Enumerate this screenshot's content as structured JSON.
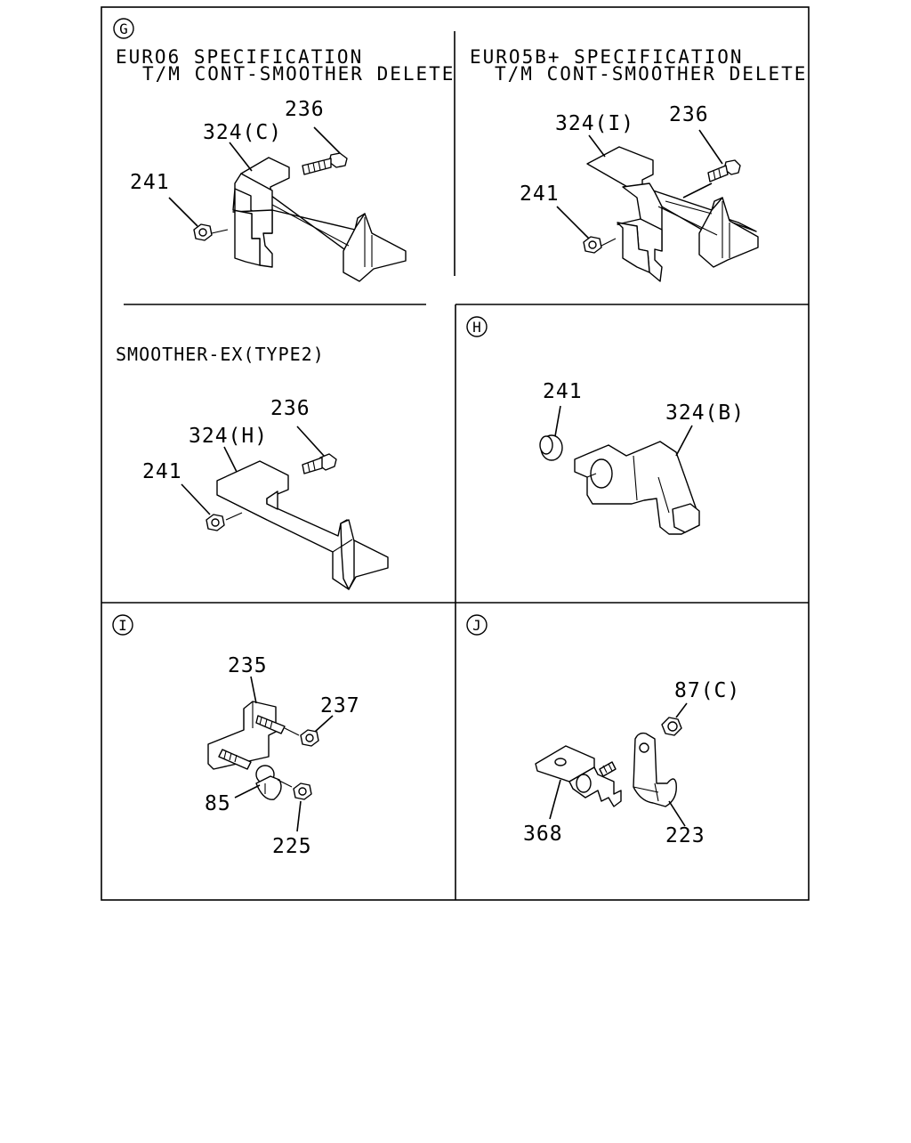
{
  "panels": {
    "g": {
      "marker": "G",
      "left_header": [
        "EURO6 SPECIFICATION",
        "T/M CONT-SMOOTHER DELETE"
      ],
      "right_header": [
        "EURO5B+ SPECIFICATION",
        "T/M CONT-SMOOTHER DELETE"
      ],
      "left_labels": {
        "bracket": "324(C)",
        "bolt": "236",
        "nut": "241"
      },
      "right_labels": {
        "bracket": "324(I)",
        "bolt": "236",
        "nut": "241"
      },
      "smoother_title": "SMOOTHER-EX(TYPE2)",
      "smoother_labels": {
        "bracket": "324(H)",
        "bolt": "236",
        "nut": "241"
      }
    },
    "h": {
      "marker": "H",
      "labels": {
        "nut": "241",
        "bracket": "324(B)"
      }
    },
    "i": {
      "marker": "I",
      "labels": {
        "plate": "235",
        "nut_upper": "237",
        "clip": "85",
        "nut_lower": "225"
      }
    },
    "j": {
      "marker": "J",
      "labels": {
        "nut": "87(C)",
        "bracket": "368",
        "clamp": "223"
      }
    }
  }
}
